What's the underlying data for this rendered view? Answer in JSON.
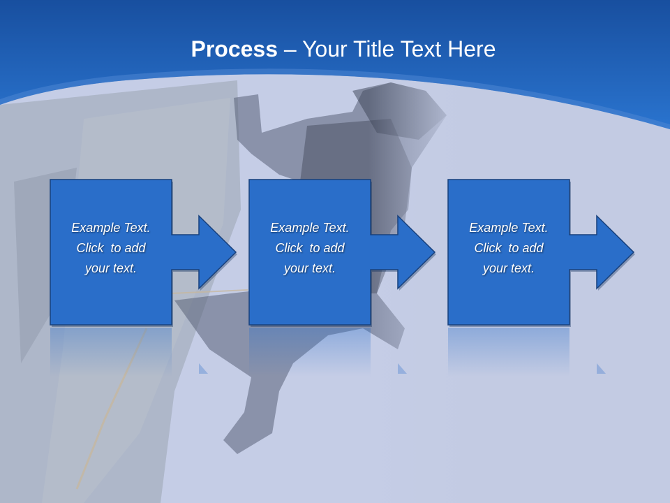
{
  "title": {
    "bold": "Process",
    "dash": "–",
    "rest": "Your Title Text Here"
  },
  "steps": [
    {
      "lines": [
        "Example Text.",
        "Click  to add",
        "your text."
      ]
    },
    {
      "lines": [
        "Example Text.",
        "Click  to add",
        "your text."
      ]
    },
    {
      "lines": [
        "Example Text.",
        "Click  to add",
        "your text."
      ]
    }
  ],
  "colors": {
    "header_blue": "#2168c4",
    "header_dark": "#1a54a6",
    "box_fill": "#2a6ec9",
    "box_border": "#17407c",
    "body_bg": "#c5cde6"
  }
}
